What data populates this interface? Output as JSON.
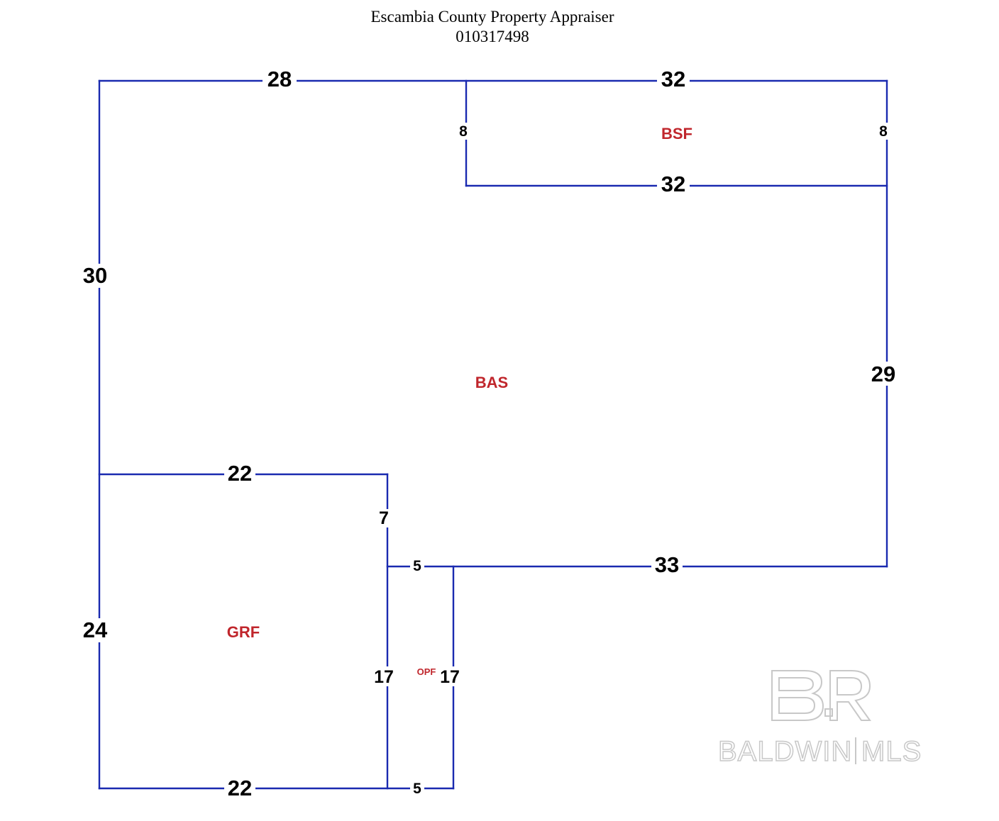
{
  "header": {
    "title": "Escambia County Property Appraiser",
    "parcel_id": "010317498"
  },
  "colors": {
    "wall_line": "#1a2ab0",
    "area_label": "#c0262c",
    "dimension_text": "#000000",
    "watermark": "#c8c8c8"
  },
  "dimensions": {
    "top_left": "28",
    "top_right": "32",
    "bsf_left": "8",
    "bsf_right": "8",
    "bsf_bottom": "32",
    "left_upper": "30",
    "right": "29",
    "garage_top": "22",
    "garage_notch": "7",
    "porch_top": "5",
    "bottom_right": "33",
    "left_lower": "24",
    "garage_right": "17",
    "porch_right": "17",
    "garage_bottom": "22",
    "porch_bottom": "5"
  },
  "areas": {
    "bsf": "BSF",
    "bas": "BAS",
    "grf": "GRF",
    "opf": "OPF"
  },
  "watermark": {
    "logo_mark": "BR",
    "brand": "BALDWIN",
    "suffix": "MLS"
  }
}
